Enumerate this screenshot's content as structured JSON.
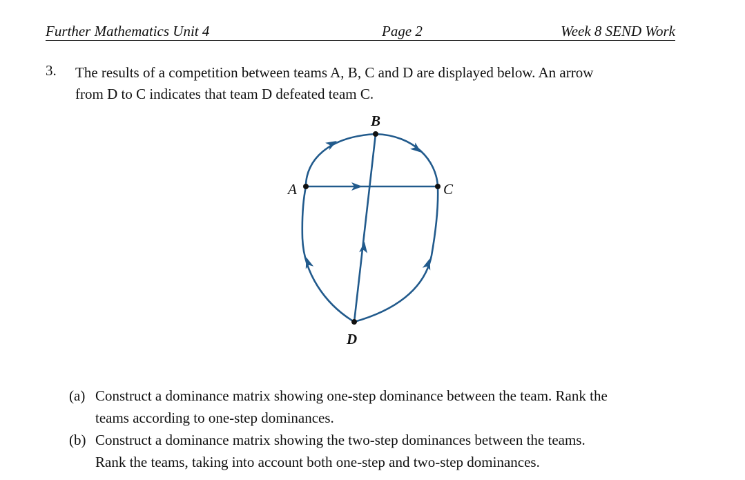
{
  "header": {
    "left": "Further Mathematics Unit 4",
    "center": "Page 2",
    "right": "Week 8 SEND Work"
  },
  "question": {
    "number": "3.",
    "text_line1": "The results of a competition between teams A, B, C and D are displayed below. An arrow",
    "text_line2": "from D to C indicates that team D defeated team C."
  },
  "graph": {
    "edge_color": "#215a8c",
    "vertex_color": "#111111",
    "vertices": [
      {
        "id": "A",
        "label": "A"
      },
      {
        "id": "B",
        "label": "B"
      },
      {
        "id": "C",
        "label": "C"
      },
      {
        "id": "D",
        "label": "D"
      }
    ],
    "edges": [
      {
        "from": "A",
        "to": "B"
      },
      {
        "from": "B",
        "to": "C"
      },
      {
        "from": "A",
        "to": "C"
      },
      {
        "from": "D",
        "to": "B"
      },
      {
        "from": "D",
        "to": "A"
      },
      {
        "from": "D",
        "to": "C"
      }
    ]
  },
  "parts": [
    {
      "label": "(a)",
      "line1": "Construct a dominance matrix showing one-step dominance between the team. Rank the",
      "line2": "teams according to one-step dominances."
    },
    {
      "label": "(b)",
      "line1": "Construct a dominance matrix showing the two-step dominances between the teams.",
      "line2": "Rank the teams, taking into account both one-step and two-step dominances."
    }
  ]
}
